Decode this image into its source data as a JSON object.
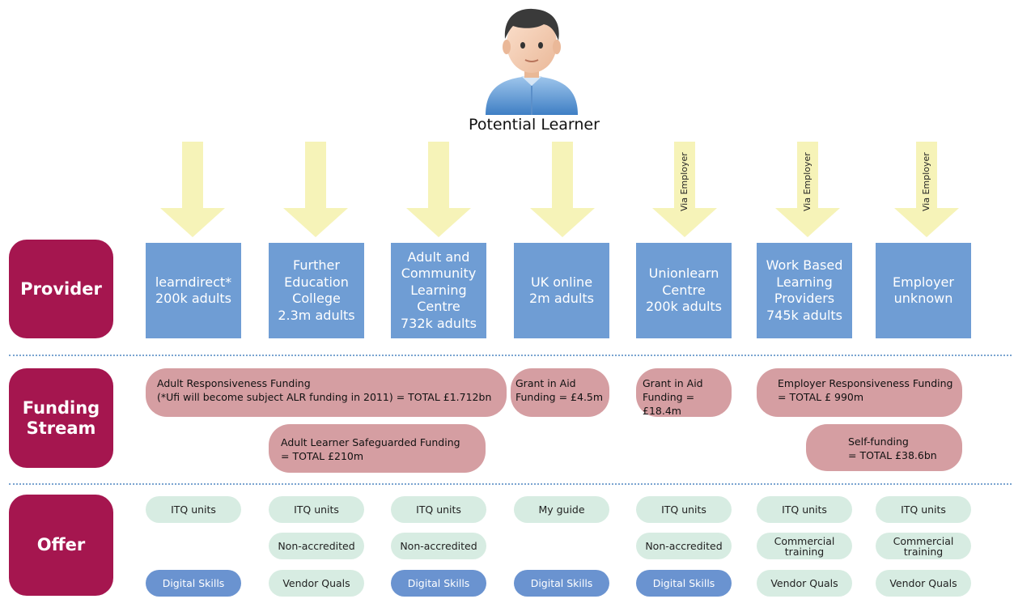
{
  "top": {
    "caption": "Potential Learner"
  },
  "rows": {
    "provider": "Provider",
    "funding_line1": "Funding",
    "funding_line2": "Stream",
    "offer": "Offer"
  },
  "arrows": [
    {
      "label": ""
    },
    {
      "label": ""
    },
    {
      "label": ""
    },
    {
      "label": ""
    },
    {
      "label": "Via Employer"
    },
    {
      "label": "Via Employer"
    },
    {
      "label": "Via Employer"
    }
  ],
  "providers": [
    {
      "lines": [
        "learndirect*",
        "200k adults"
      ]
    },
    {
      "lines": [
        "Further",
        "Education",
        "College",
        "2.3m adults"
      ]
    },
    {
      "lines": [
        "Adult and",
        "Community",
        "Learning",
        "Centre",
        "732k adults"
      ]
    },
    {
      "lines": [
        "UK online",
        "2m adults"
      ]
    },
    {
      "lines": [
        "Unionlearn",
        "Centre",
        "200k adults"
      ]
    },
    {
      "lines": [
        "Work Based",
        "Learning",
        "Providers",
        "745k adults"
      ]
    },
    {
      "lines": [
        "Employer",
        "unknown"
      ]
    }
  ],
  "funding": {
    "adult_responsiveness": [
      "Adult Responsiveness Funding",
      "(*Ufi will become subject ALR funding in 2011) = TOTAL £1.712bn"
    ],
    "grant_in_aid_1": [
      "Grant in Aid",
      "Funding = £4.5m"
    ],
    "grant_in_aid_2": [
      "Grant in Aid",
      "Funding = £18.4m"
    ],
    "employer_responsiveness": [
      "Employer Responsiveness Funding",
      "= TOTAL £ 990m"
    ],
    "adult_learner_safeguarded": [
      "Adult Learner Safeguarded Funding",
      "= TOTAL £210m"
    ],
    "self_funding": [
      "Self-funding",
      "= TOTAL £38.6bn"
    ]
  },
  "offers": {
    "row1": [
      "ITQ units",
      "ITQ units",
      "ITQ units",
      "My guide",
      "ITQ units",
      "ITQ units",
      "ITQ units"
    ],
    "row2": [
      "",
      "Non-accredited",
      "Non-accredited",
      "",
      "Non-accredited",
      "Commercial training",
      "Commercial training"
    ],
    "row3": [
      "Digital Skills",
      "Vendor Quals",
      "Digital Skills",
      "Digital Skills",
      "Digital Skills",
      "Vendor Quals",
      "Vendor Quals"
    ]
  },
  "colors": {
    "row_label": "#a5164f",
    "provider_box": "#6f9dd4",
    "funding": "#d59ea2",
    "offer_green": "#d7ece2",
    "offer_blue": "#6a93d0",
    "arrow": "#f6f3b8"
  }
}
